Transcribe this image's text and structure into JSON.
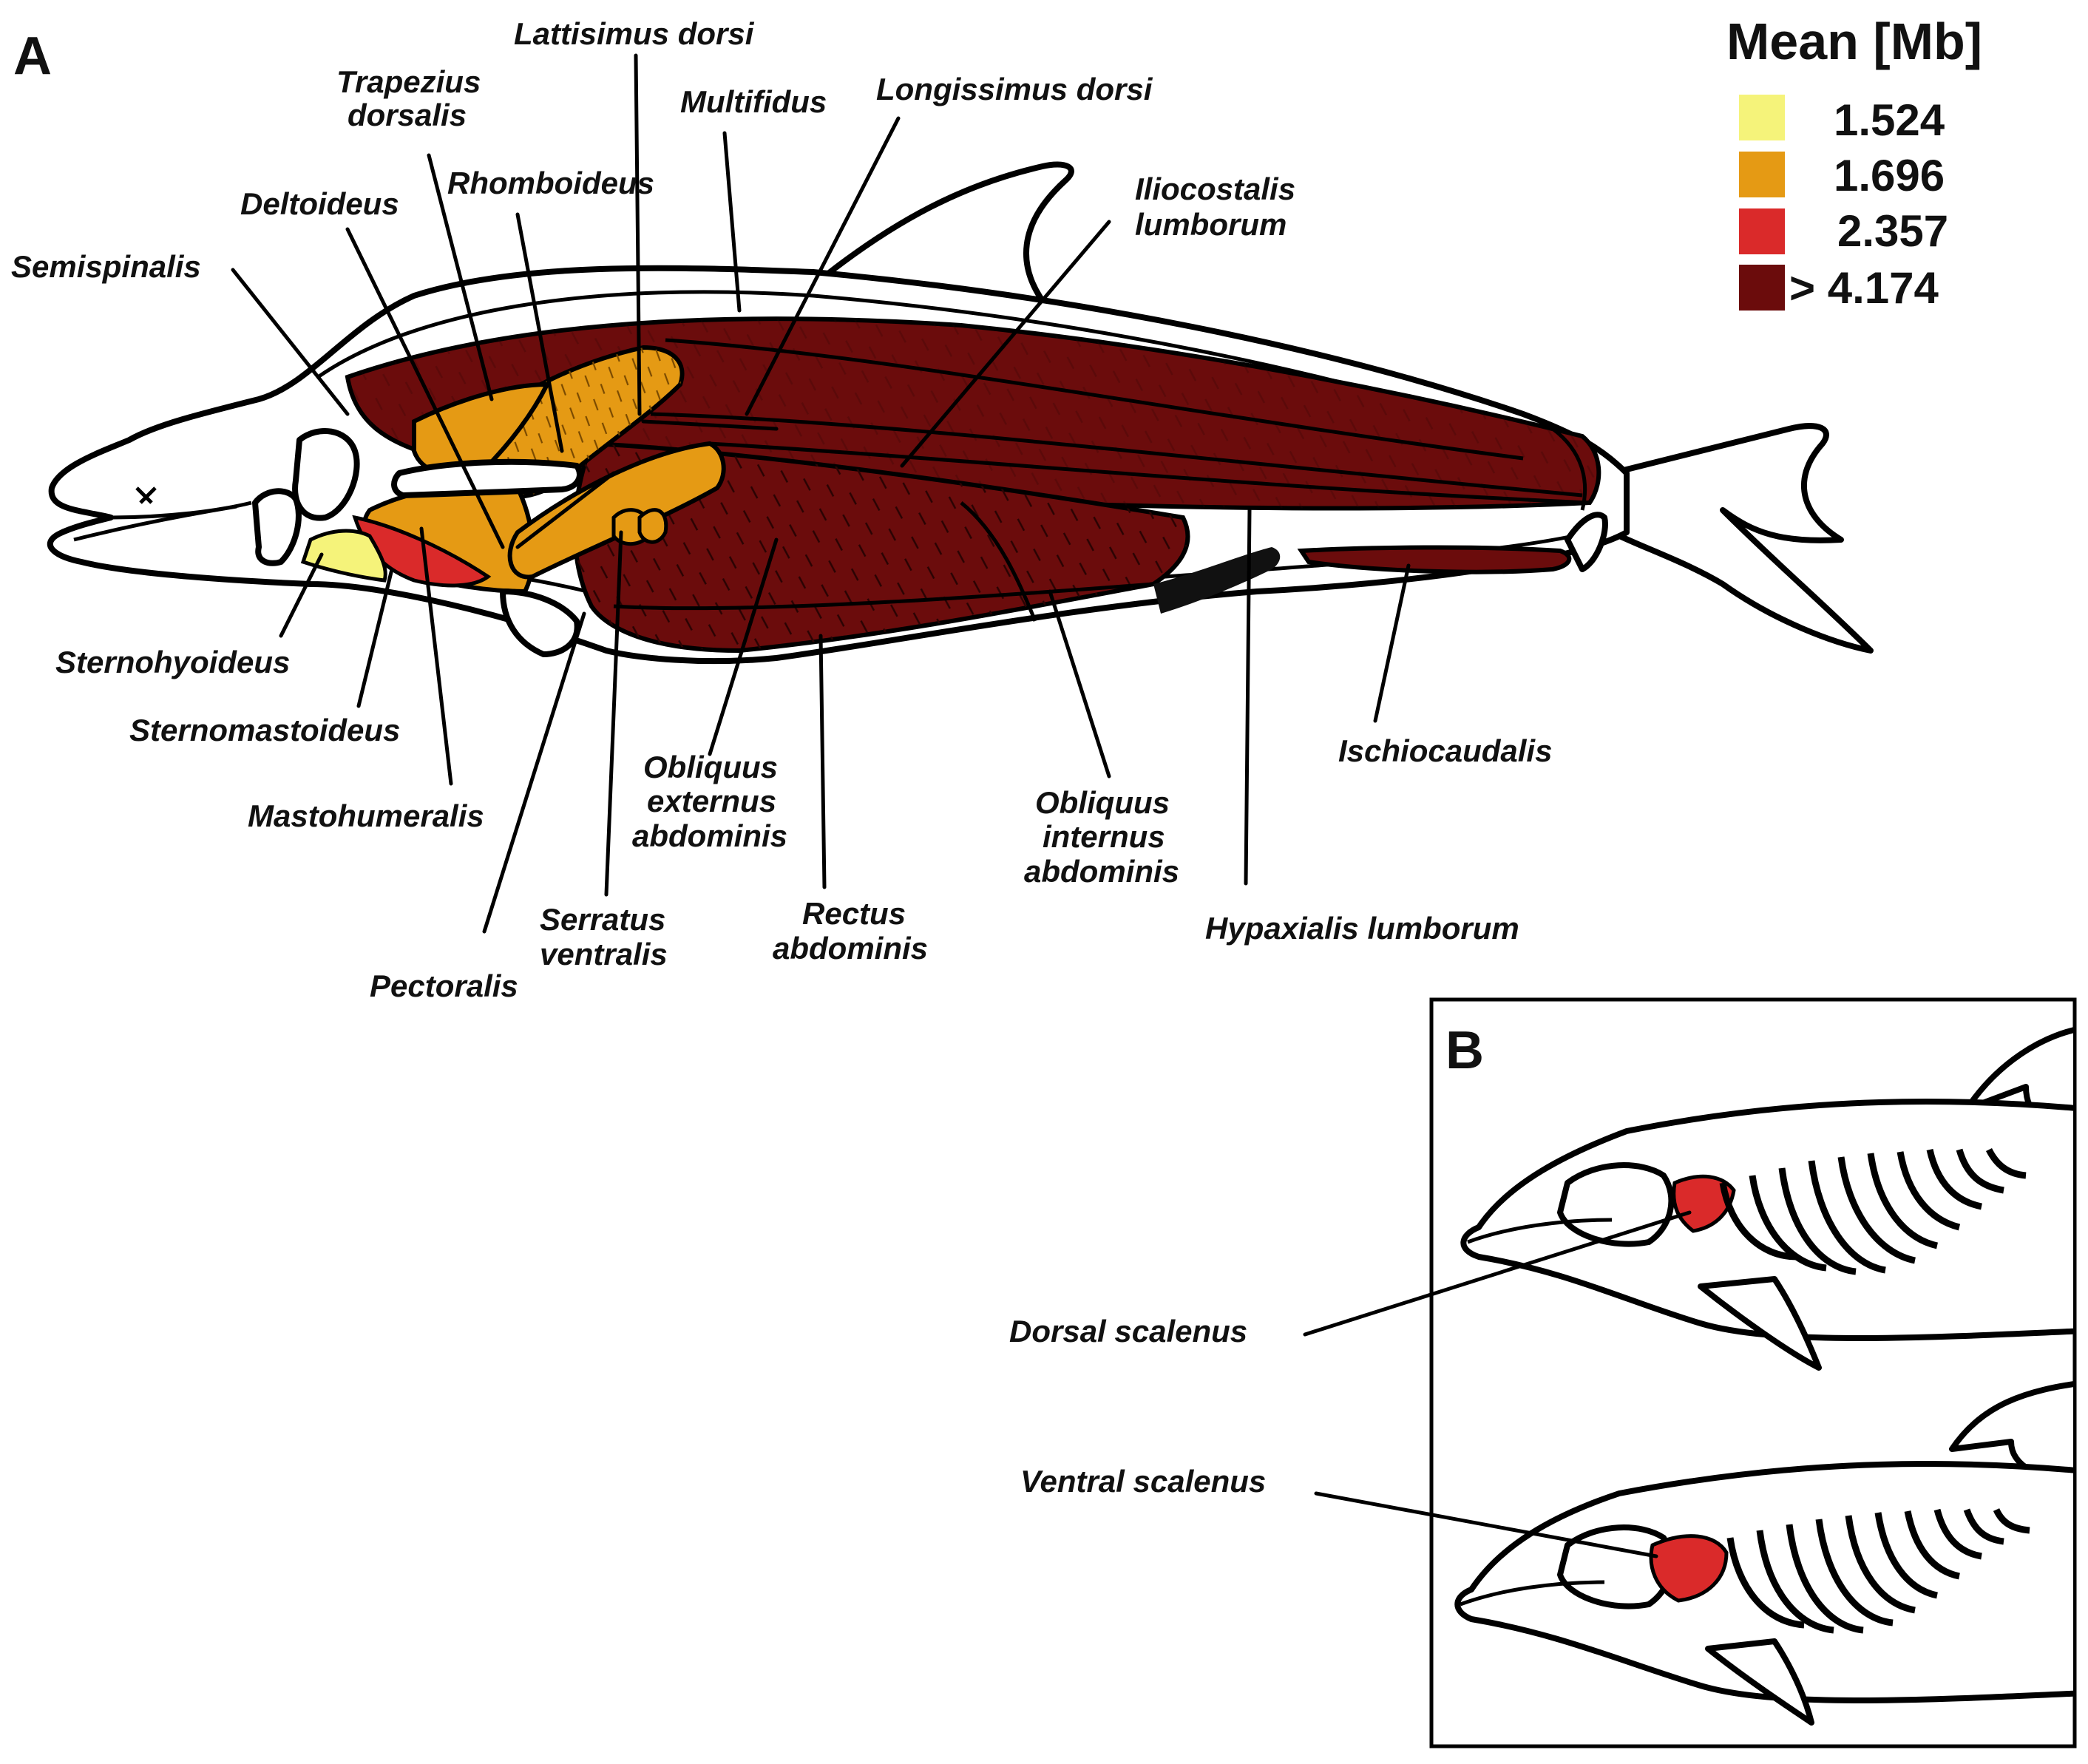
{
  "panels": {
    "a": "A",
    "b": "B"
  },
  "legend": {
    "title": "Mean [Mb]",
    "items": [
      {
        "value": "1.524",
        "color": "#f5f37a"
      },
      {
        "value": "1.696",
        "color": "#e59a14"
      },
      {
        "value": "2.357",
        "color": "#da2a2a"
      },
      {
        "value": "> 4.174",
        "color": "#6b0c0c"
      }
    ]
  },
  "muscles_a": {
    "lattisimus_dorsi": "Lattisimus dorsi",
    "trapezius_1": "Trapezius",
    "trapezius_2": "dorsalis",
    "multifidus": "Multifidus",
    "longissimus_dorsi": "Longissimus dorsi",
    "rhomboideus": "Rhomboideus",
    "deltoideus": "Deltoideus",
    "iliocostalis_1": "Iliocostalis",
    "iliocostalis_2": "lumborum",
    "semispinalis": "Semispinalis",
    "sternohyoideus": "Sternohyoideus",
    "sternomastoideus": "Sternomastoideus",
    "mastohumeralis": "Mastohumeralis",
    "pectoralis": "Pectoralis",
    "serratus_1": "Serratus",
    "serratus_2": "ventralis",
    "obliquus_ext_1": "Obliquus",
    "obliquus_ext_2": "externus",
    "obliquus_ext_3": "abdominis",
    "rectus_1": "Rectus",
    "rectus_2": "abdominis",
    "obliquus_int_1": "Obliquus",
    "obliquus_int_2": "internus",
    "obliquus_int_3": "abdominis",
    "hypaxialis": "Hypaxialis lumborum",
    "ischiocaudalis": "Ischiocaudalis"
  },
  "muscles_b": {
    "dorsal_scalenus": "Dorsal scalenus",
    "ventral_scalenus": "Ventral scalenus"
  }
}
